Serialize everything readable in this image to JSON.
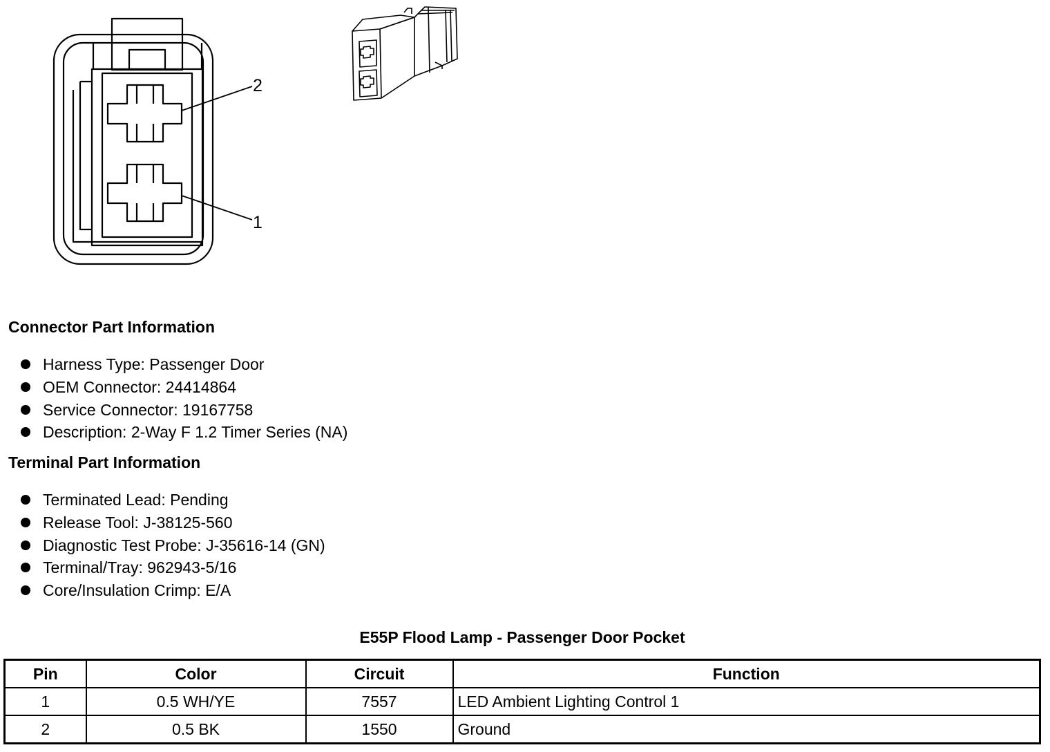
{
  "connector_diagram": {
    "pin_callouts": [
      "2",
      "1"
    ]
  },
  "connector_info": {
    "heading": "Connector Part Information",
    "items": [
      "Harness Type: Passenger Door",
      "OEM Connector: 24414864",
      "Service Connector: 19167758",
      "Description: 2-Way F 1.2 Timer Series (NA)"
    ]
  },
  "terminal_info": {
    "heading": "Terminal Part Information",
    "items": [
      "Terminated Lead: Pending",
      "Release Tool: J-38125-560",
      "Diagnostic Test Probe: J-35616-14 (GN)",
      "Terminal/Tray: 962943-5/16",
      "Core/Insulation Crimp: E/A"
    ]
  },
  "pin_table": {
    "title": "E55P Flood Lamp - Passenger Door Pocket",
    "headers": [
      "Pin",
      "Color",
      "Circuit",
      "Function"
    ],
    "rows": [
      [
        "1",
        "0.5 WH/YE",
        "7557",
        "LED Ambient Lighting Control 1"
      ],
      [
        "2",
        "0.5 BK",
        "1550",
        "Ground"
      ]
    ]
  }
}
